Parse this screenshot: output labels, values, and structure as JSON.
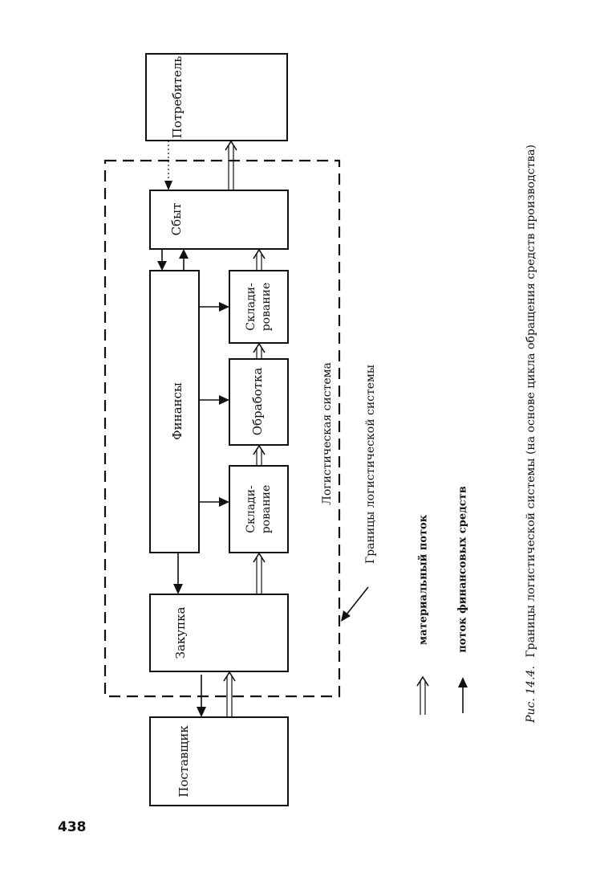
{
  "page": {
    "number": "438"
  },
  "diagram": {
    "nodes": {
      "supplier": "Поставщик",
      "purchasing": "Закупка",
      "warehousing_1_line1": "Склади-",
      "warehousing_1_line2": "рование",
      "processing": "Обработка",
      "warehousing_2_line1": "Склади-",
      "warehousing_2_line2": "рование",
      "sales": "Сбыт",
      "finance": "Финансы",
      "consumer": "Потребитель"
    },
    "labels": {
      "logistic_system": "Логистическая система",
      "system_boundaries": "Границы логистической системы"
    },
    "legend": {
      "material_flow": "материальный поток",
      "financial_flow": "поток финансовых средств"
    },
    "caption": {
      "prefix": "Рис. 14.4.",
      "text": "Границы логистической системы (на основе цикла обращения средств производства)"
    }
  }
}
